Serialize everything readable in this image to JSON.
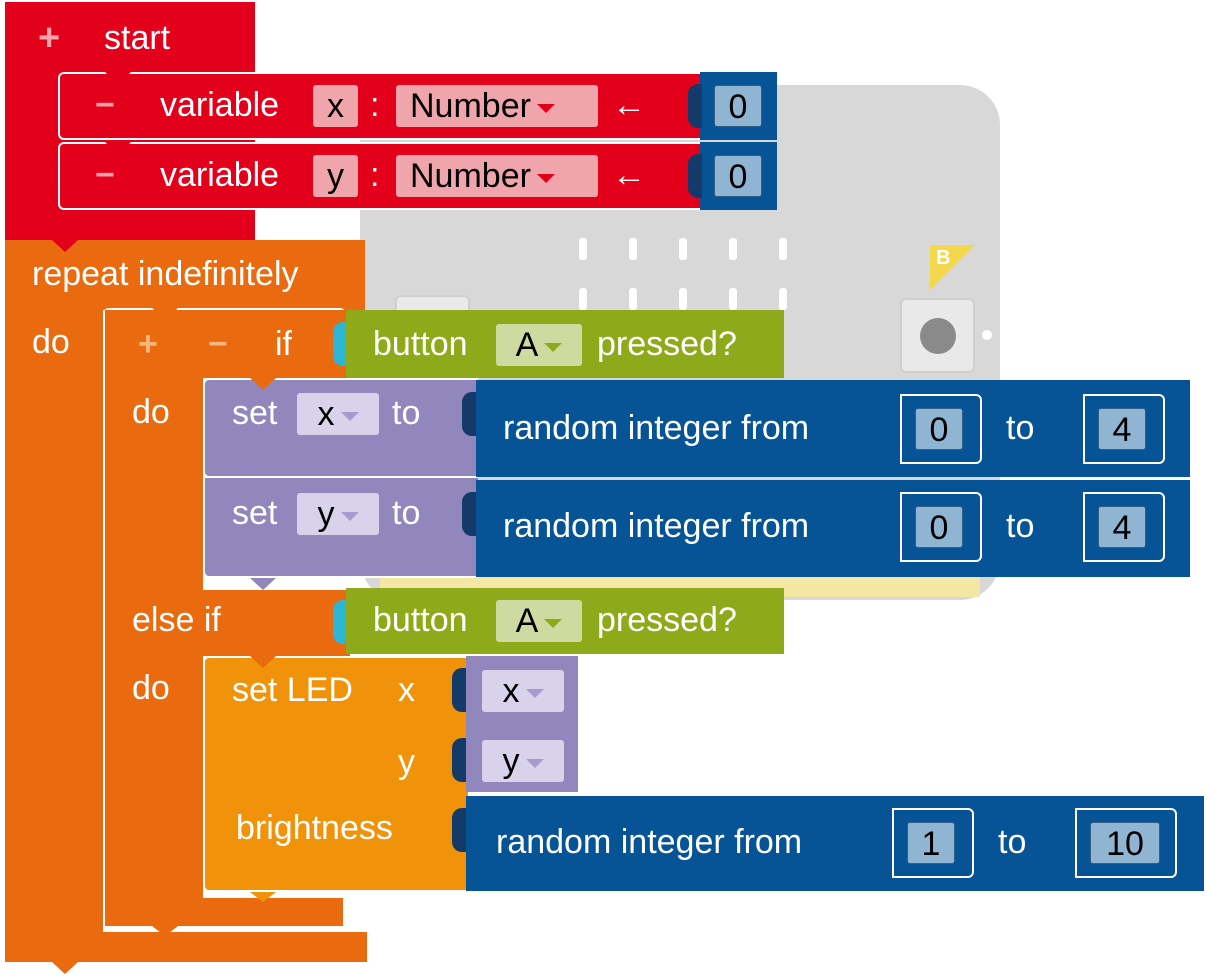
{
  "start": {
    "label": "start",
    "plus": "+"
  },
  "vars": [
    {
      "minus": "−",
      "keyword": "variable",
      "name": "x",
      "colon": ":",
      "type": "Number",
      "arrow": "←",
      "value": "0"
    },
    {
      "minus": "−",
      "keyword": "variable",
      "name": "y",
      "colon": ":",
      "type": "Number",
      "arrow": "←",
      "value": "0"
    }
  ],
  "loop": {
    "label": "repeat indefinitely",
    "do": "do"
  },
  "if_block": {
    "plus": "+",
    "minus": "−",
    "if": "if",
    "do": "do",
    "else_if": "else if",
    "do2": "do",
    "cond1": {
      "word": "button",
      "btn": "A",
      "suffix": "pressed?"
    },
    "cond2": {
      "word": "button",
      "btn": "A",
      "suffix": "pressed?"
    }
  },
  "sets": [
    {
      "set": "set",
      "var": "x",
      "to": "to",
      "rand": "random integer from",
      "from": "0",
      "to2": "to",
      "max": "4"
    },
    {
      "set": "set",
      "var": "y",
      "to": "to",
      "rand": "random integer from",
      "from": "0",
      "to2": "to",
      "max": "4"
    }
  ],
  "setled": {
    "label": "set LED",
    "x": "x",
    "y": "y",
    "brightness": "brightness",
    "xvar": "x",
    "yvar": "y",
    "rand": "random integer from",
    "from": "1",
    "to": "to",
    "max": "10"
  },
  "board": {
    "button_b": "B"
  },
  "colors": {
    "start": "#e3001b",
    "loop": "#ea6a0f",
    "led": "#f0920a",
    "logic": "#8eaa1a",
    "variable": "#9187bd",
    "math": "#065396"
  }
}
